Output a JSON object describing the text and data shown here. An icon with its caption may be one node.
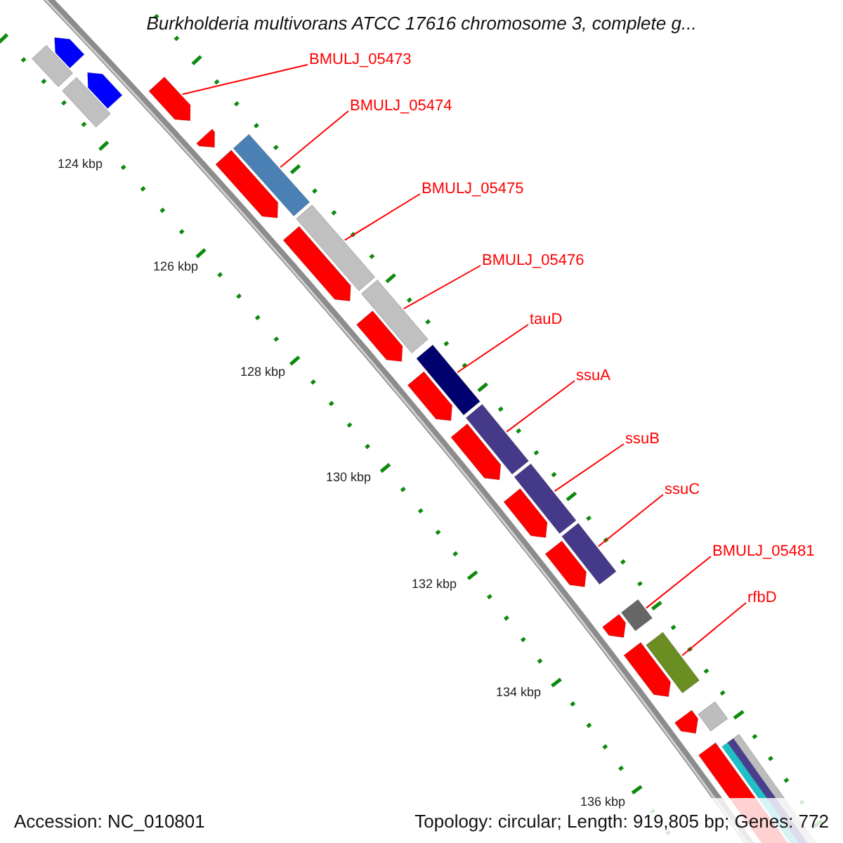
{
  "diagram": {
    "title": "Burkholderia multivorans ATCC 17616 chromosome 3, complete g...",
    "nodes": [
      {
        "text": [
          "BMULJ_05473"
        ]
      },
      {
        "text": [
          "BMULJ_05474"
        ]
      },
      {
        "text": [
          "BMULJ_05475"
        ]
      },
      {
        "text": [
          "BMULJ_05476"
        ]
      },
      {
        "text": [
          "tauD"
        ]
      },
      {
        "text": [
          "ssuA"
        ]
      },
      {
        "text": [
          "ssuB"
        ]
      },
      {
        "text": [
          "ssuC"
        ]
      },
      {
        "text": [
          "BMULJ_05481"
        ]
      },
      {
        "text": [
          "rfbD"
        ]
      },
      {
        "text": [],
        "shape": "bar"
      },
      {
        "text": [],
        "shape": "bar"
      },
      {
        "text": [],
        "shape": "bar"
      },
      {
        "text": [],
        "shape": "bar"
      },
      {
        "text": [],
        "shape": "bar"
      },
      {
        "text": [],
        "shape": "bar"
      },
      {
        "text": [],
        "shape": "bar"
      },
      {
        "text": [],
        "shape": "bar"
      },
      {
        "text": [],
        "shape": "bar"
      },
      {
        "text": [],
        "shape": "bar"
      }
    ],
    "edges": [
      {
        "from": 0,
        "to": 10,
        "arrow": "none"
      },
      {
        "from": 1,
        "to": 11,
        "arrow": "none"
      },
      {
        "from": 2,
        "to": 12,
        "arrow": "none"
      },
      {
        "from": 3,
        "to": 13,
        "arrow": "none"
      },
      {
        "from": 4,
        "to": 14,
        "arrow": "none"
      },
      {
        "from": 5,
        "to": 15,
        "arrow": "none"
      },
      {
        "from": 6,
        "to": 16,
        "arrow": "none"
      },
      {
        "from": 7,
        "to": 17,
        "arrow": "none"
      },
      {
        "from": 8,
        "to": 18,
        "arrow": "none"
      },
      {
        "from": 9,
        "to": 19,
        "arrow": "none"
      }
    ],
    "labels": [
      "124 kbp",
      "126 kbp",
      "128 kbp",
      "130 kbp",
      "132 kbp",
      "134 kbp",
      "136 kbp",
      "Accession: NC_010801",
      "Topology: circular; Length: 919,805 bp; Genes: 772"
    ]
  }
}
